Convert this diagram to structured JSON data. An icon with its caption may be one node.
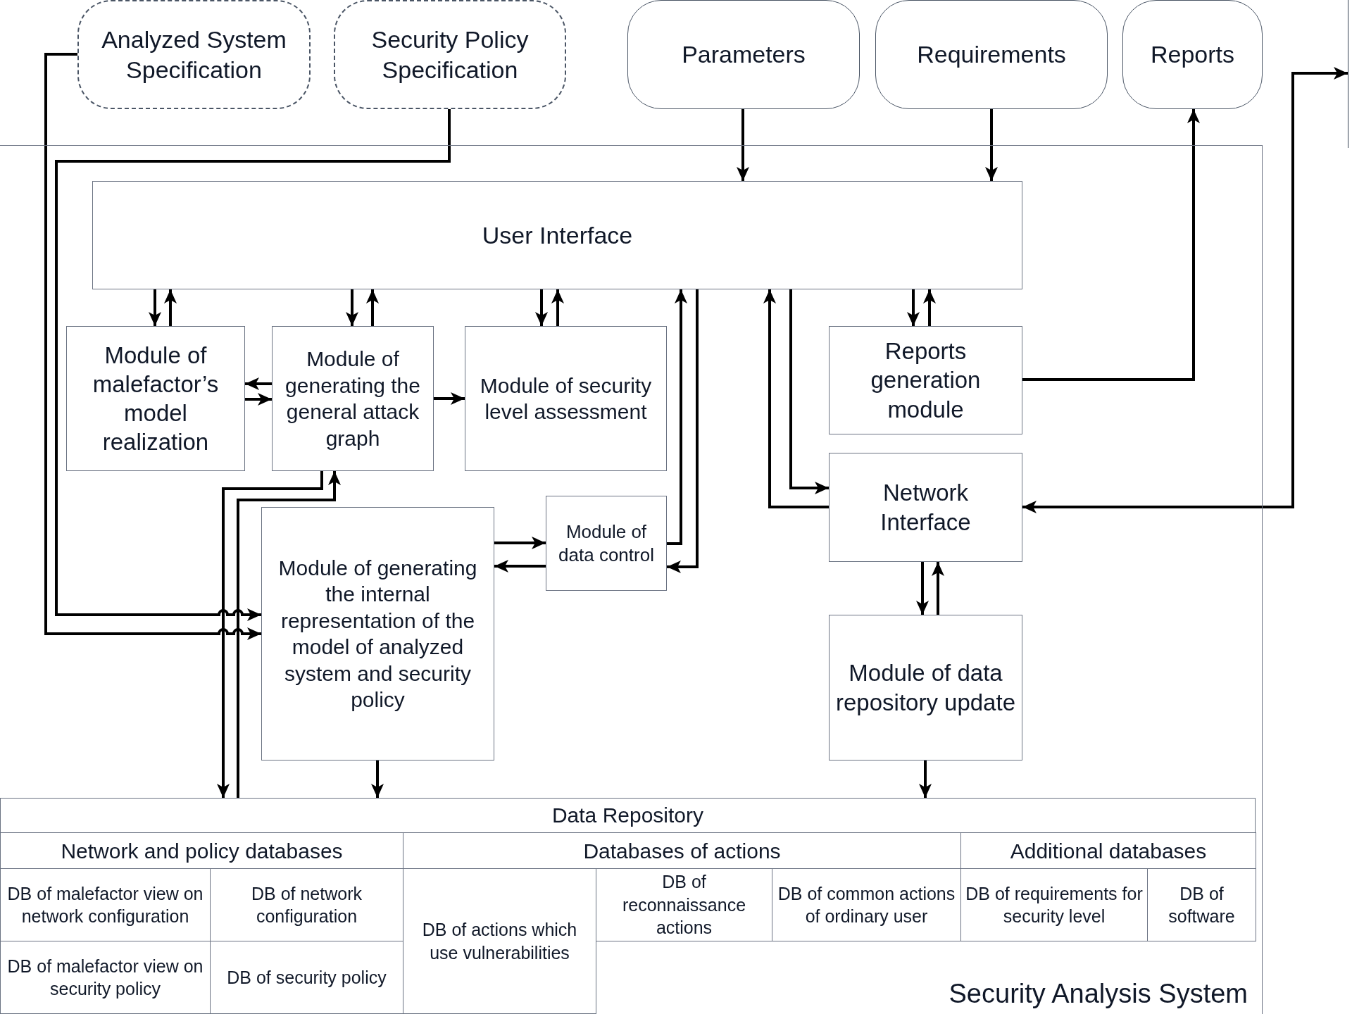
{
  "diagram": {
    "nodes": [
      {
        "text": [
          "Analyzed System Specification"
        ]
      },
      {
        "text": [
          "Security Policy Specification"
        ]
      },
      {
        "text": [
          "Parameters"
        ]
      },
      {
        "text": [
          "Requirements"
        ]
      },
      {
        "text": [
          "Reports"
        ]
      },
      {
        "text": [
          "Security Analysis System"
        ]
      },
      {
        "text": [
          "User Interface"
        ],
        "in": 5
      },
      {
        "text": [
          "Module of malefactor’s model realization"
        ],
        "in": 5
      },
      {
        "text": [
          "Module of generating the general attack graph"
        ],
        "in": 5
      },
      {
        "text": [
          "Module of security level assessment"
        ],
        "in": 5
      },
      {
        "text": [
          "Reports generation module"
        ],
        "in": 5
      },
      {
        "text": [
          "Network Interface"
        ],
        "in": 5
      },
      {
        "text": [
          "Module of data control"
        ],
        "in": 5
      },
      {
        "text": [
          "Module of generating the internal representation of the model of analyzed system and security policy"
        ],
        "in": 5
      },
      {
        "text": [
          "Module of data repository update"
        ],
        "in": 5
      },
      {
        "text": [
          "Data Repository"
        ],
        "in": 5
      },
      {
        "text": [],
        "shape": "box"
      }
    ],
    "edges": [
      {
        "from": 0,
        "to": 13,
        "arrow": "to"
      },
      {
        "from": 1,
        "to": 13,
        "arrow": "to"
      },
      {
        "from": 2,
        "to": 6,
        "arrow": "to"
      },
      {
        "from": 3,
        "to": 6,
        "arrow": "to"
      },
      {
        "from": 6,
        "to": 7,
        "arrow": "to"
      },
      {
        "from": 7,
        "to": 6,
        "arrow": "to"
      },
      {
        "from": 6,
        "to": 8,
        "arrow": "to"
      },
      {
        "from": 8,
        "to": 6,
        "arrow": "to"
      },
      {
        "from": 6,
        "to": 9,
        "arrow": "to"
      },
      {
        "from": 9,
        "to": 6,
        "arrow": "to"
      },
      {
        "from": 6,
        "to": 10,
        "arrow": "to"
      },
      {
        "from": 10,
        "to": 6,
        "arrow": "to"
      },
      {
        "from": 8,
        "to": 7,
        "arrow": "to"
      },
      {
        "from": 7,
        "to": 8,
        "arrow": "to"
      },
      {
        "from": 8,
        "to": 9,
        "arrow": "to"
      },
      {
        "from": 10,
        "to": 4,
        "arrow": "to"
      },
      {
        "from": 13,
        "to": 12,
        "arrow": "to"
      },
      {
        "from": 12,
        "to": 13,
        "arrow": "to"
      },
      {
        "from": 12,
        "to": 6,
        "arrow": "to"
      },
      {
        "from": 6,
        "to": 12,
        "arrow": "to"
      },
      {
        "from": 11,
        "to": 6,
        "arrow": "to"
      },
      {
        "from": 6,
        "to": 11,
        "arrow": "to"
      },
      {
        "from": 11,
        "to": 14,
        "arrow": "to"
      },
      {
        "from": 14,
        "to": 11,
        "arrow": "to"
      },
      {
        "from": 13,
        "to": 15,
        "arrow": "to"
      },
      {
        "from": 14,
        "to": 15,
        "arrow": "to"
      },
      {
        "from": 11,
        "to": 16,
        "arrow": "both"
      },
      {
        "from": 8,
        "to": 15,
        "arrow": "to"
      },
      {
        "from": 15,
        "to": 8,
        "arrow": "to"
      }
    ],
    "labels": [
      "Network and policy databases",
      "Databases of actions",
      "Additional databases",
      "DB of malefactor view on network configuration",
      "DB of network configuration",
      "DB of actions which use vulnerabilities",
      "DB of reconnaissance actions",
      "DB of common actions of ordinary user",
      "DB of requirements for security level",
      "DB of software",
      "DB of malefactor view on security policy",
      "DB of security policy"
    ]
  }
}
